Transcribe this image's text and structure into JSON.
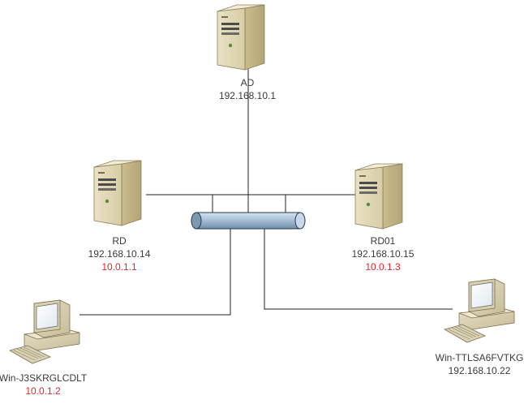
{
  "colors": {
    "line": "#222222",
    "private_ip": "#e8242a",
    "text": "#3a3a3a",
    "hub": "#a9c1d6"
  },
  "nodes": {
    "ad": {
      "icon": "server-icon",
      "name": "AD",
      "ip": "192.168.10.1"
    },
    "rd": {
      "icon": "server-icon",
      "name": "RD",
      "ip": "192.168.10.14",
      "ip2": "10.0.1.1"
    },
    "rd01": {
      "icon": "server-icon",
      "name": "RD01",
      "ip": "192.168.10.15",
      "ip2": "10.0.1.3"
    },
    "client_left": {
      "icon": "workstation-icon",
      "name": "Win-J3SKRGLCDLT",
      "ip2": "10.0.1.2"
    },
    "client_right": {
      "icon": "workstation-icon",
      "name": "Win-TTLSA6FVTKG",
      "ip": "192.168.10.22"
    }
  },
  "hub": {
    "icon": "network-bus-icon"
  }
}
